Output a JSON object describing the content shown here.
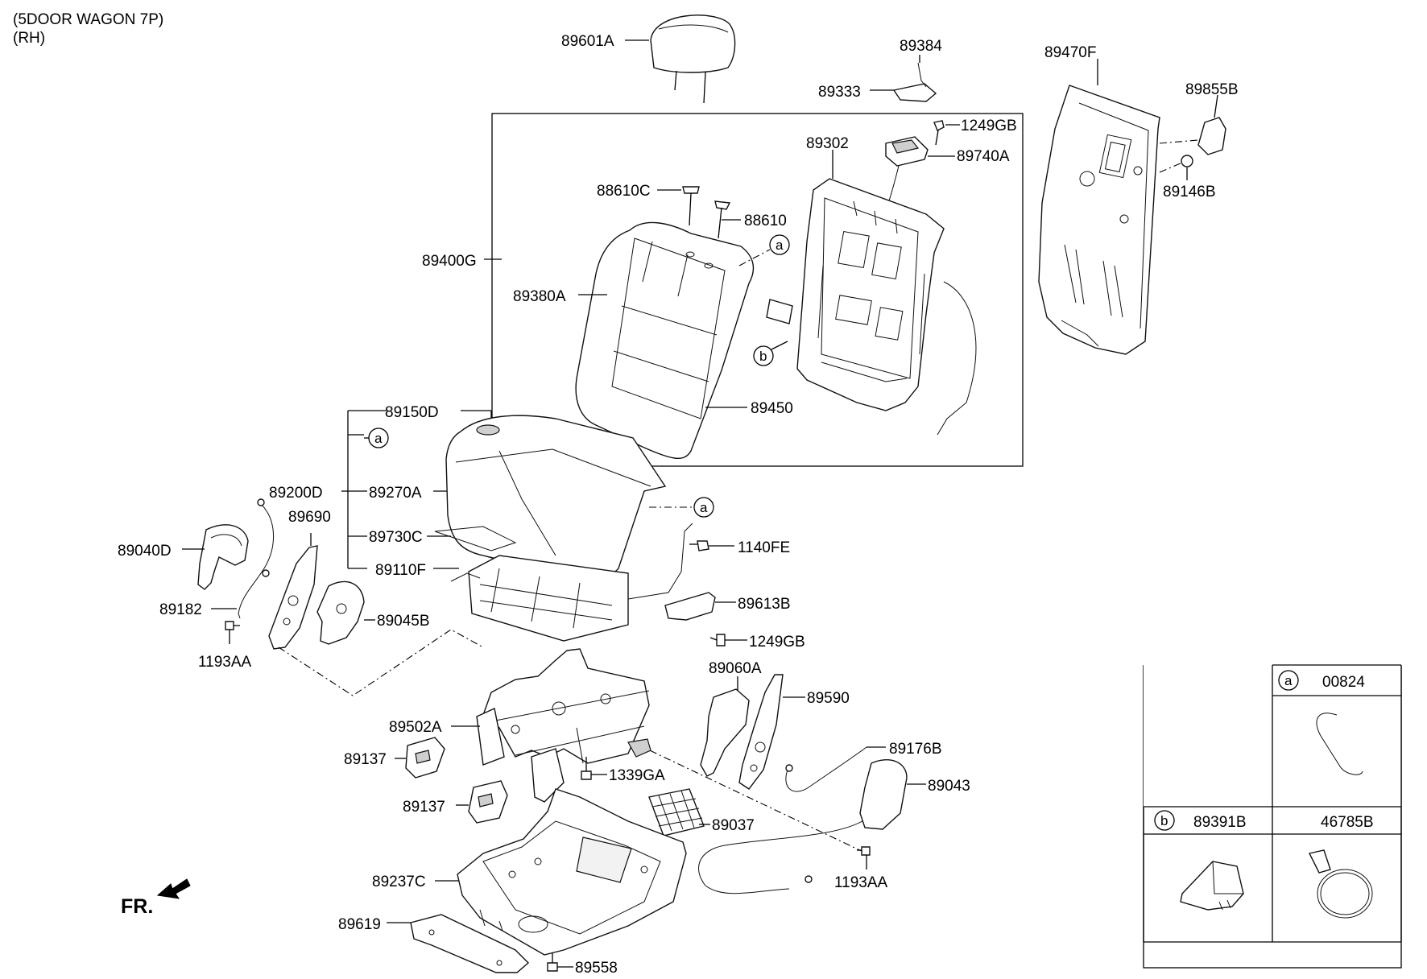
{
  "header": {
    "line1": "(5DOOR WAGON 7P)",
    "line2": "(RH)"
  },
  "direction_label": "FR.",
  "labels": {
    "p89601A": "89601A",
    "p89384": "89384",
    "p89333": "89333",
    "p89470F": "89470F",
    "p89855B": "89855B",
    "p1249GB_top": "1249GB",
    "p89302": "89302",
    "p89740A": "89740A",
    "p89146B": "89146B",
    "p88610C": "88610C",
    "p88610": "88610",
    "p89400G": "89400G",
    "p89380A": "89380A",
    "p89450": "89450",
    "p89150D": "89150D",
    "p89200D": "89200D",
    "p89270A": "89270A",
    "p89730C": "89730C",
    "p89110F": "89110F",
    "p89690": "89690",
    "p89040D": "89040D",
    "p89182": "89182",
    "p89045B": "89045B",
    "p1193AA_left": "1193AA",
    "p1140FE": "1140FE",
    "p89613B": "89613B",
    "p1249GB_mid": "1249GB",
    "p89060A": "89060A",
    "p89590": "89590",
    "p89502A": "89502A",
    "p89176B": "89176B",
    "p89137_a": "89137",
    "p89137_b": "89137",
    "p1339GA": "1339GA",
    "p89043": "89043",
    "p89037": "89037",
    "p1193AA_right": "1193AA",
    "p89237C": "89237C",
    "p89619": "89619",
    "p89558": "89558"
  },
  "callouts": {
    "a": "a",
    "b": "b"
  },
  "legend": {
    "a_label": "a",
    "a_part": "00824",
    "b_label": "b",
    "b_part": "89391B",
    "c_part": "46785B"
  }
}
